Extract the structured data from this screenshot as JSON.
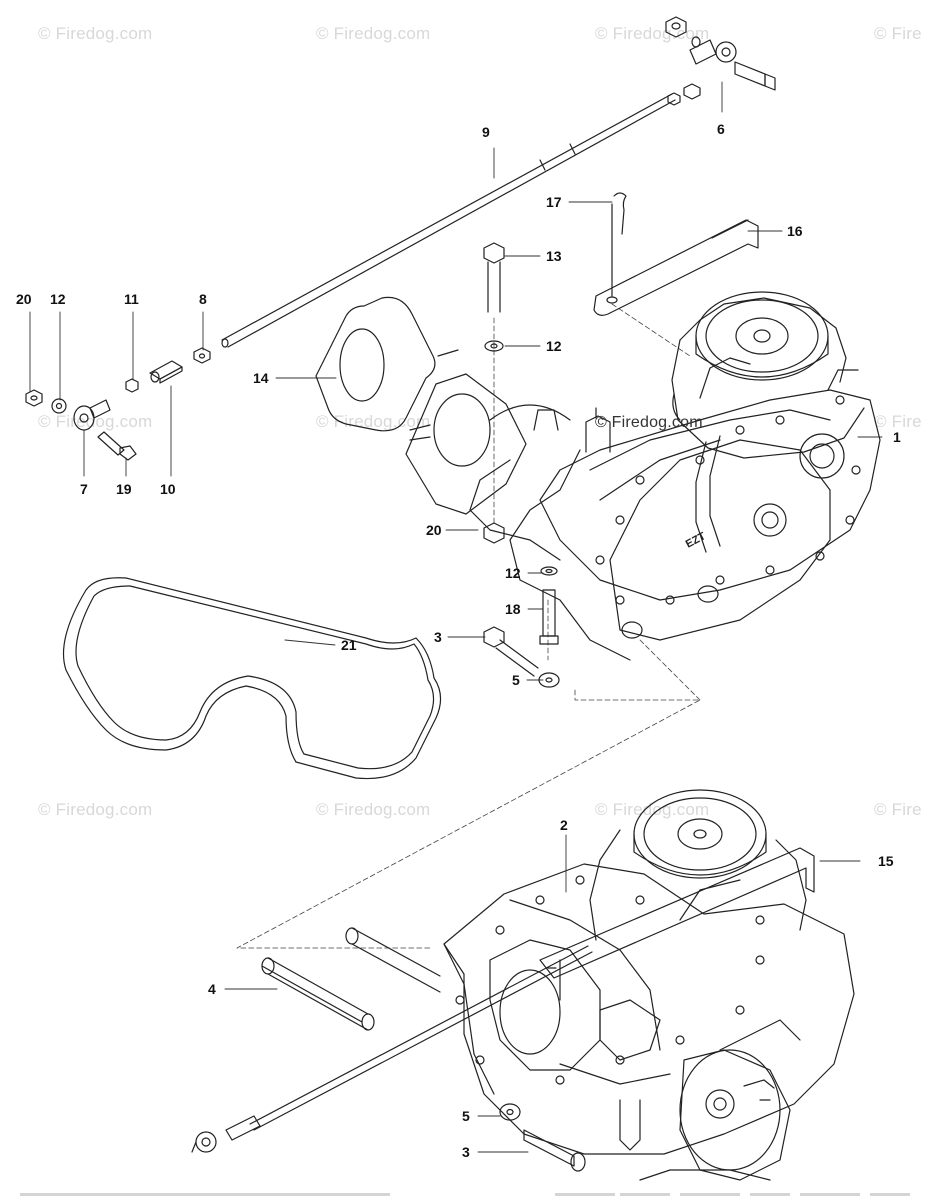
{
  "watermark": {
    "text": "© Firedog.com",
    "text_short": "© Fire",
    "color": "#d8d8d8"
  },
  "callouts": {
    "c1": "1",
    "c2": "2",
    "c3a": "3",
    "c3b": "3",
    "c4": "4",
    "c5a": "5",
    "c5b": "5",
    "c6": "6",
    "c7": "7",
    "c8": "8",
    "c9": "9",
    "c10": "10",
    "c11": "11",
    "c12a": "12",
    "c12b": "12",
    "c12c": "12",
    "c13": "13",
    "c14": "14",
    "c15": "15",
    "c16": "16",
    "c17": "17",
    "c18": "18",
    "c19": "19",
    "c20a": "20",
    "c20b": "20",
    "c21": "21"
  },
  "casting_mark": "EZT",
  "colors": {
    "line": "#222222",
    "background": "#ffffff"
  }
}
